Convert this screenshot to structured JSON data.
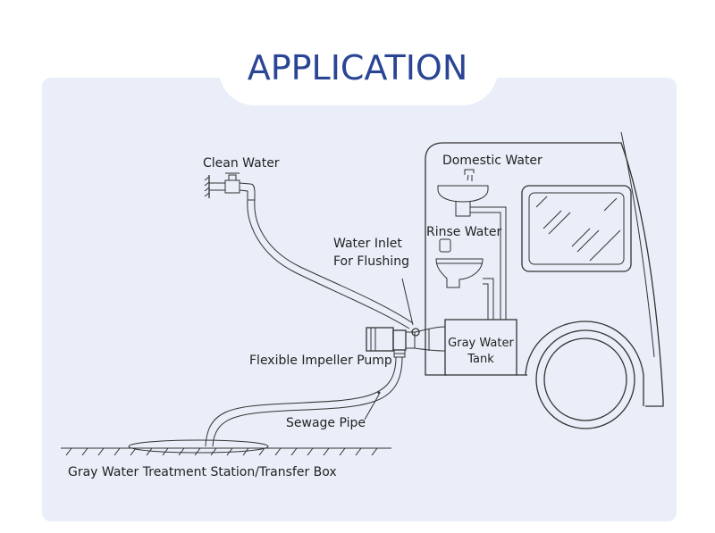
{
  "title": "APPLICATION",
  "labels": {
    "clean_water": "Clean Water",
    "domestic_water": "Domestic Water",
    "rinse_water": "Rinse Water",
    "water_inlet_line1": "Water Inlet",
    "water_inlet_line2": "For Flushing",
    "gray_water_tank_line1": "Gray Water",
    "gray_water_tank_line2": "Tank",
    "flexible_impeller_pump": "Flexible Impeller Pump",
    "sewage_pipe": "Sewage Pipe",
    "treatment_station": "Gray Water Treatment Station/Transfer Box"
  },
  "colors": {
    "title": "#2b4595",
    "panel": "#e9eef8",
    "line": "#333333"
  }
}
